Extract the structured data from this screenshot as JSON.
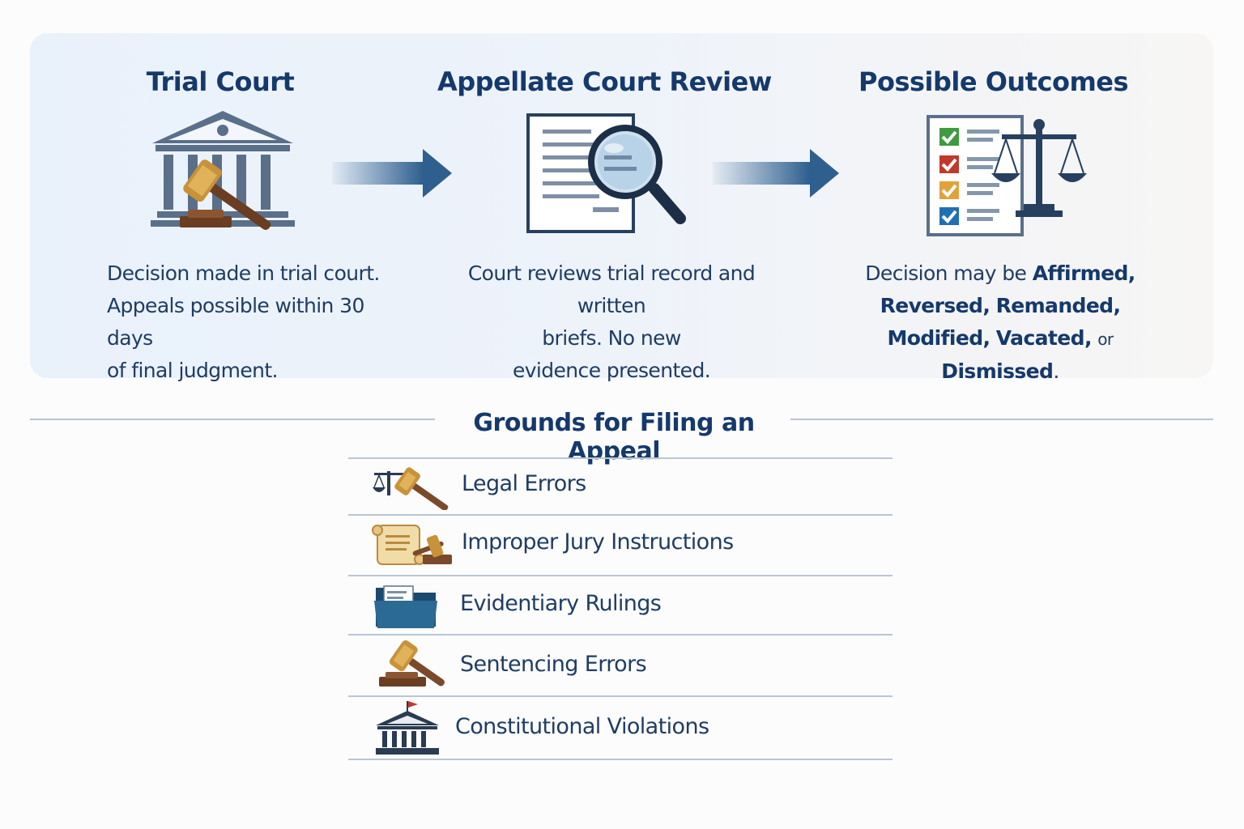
{
  "flow": {
    "steps": [
      {
        "title": "Trial Court",
        "icon": "courthouse-gavel-icon",
        "desc_lines": [
          "Decision made in trial court.",
          "Appeals possible within 30 days",
          "of final judgment."
        ]
      },
      {
        "title": "Appellate Court Review",
        "icon": "document-magnifier-icon",
        "desc_lines": [
          "Court reviews trial record and written",
          "briefs. No new",
          "evidence presented."
        ]
      },
      {
        "title": "Possible Outcomes",
        "icon": "checklist-scales-icon",
        "desc": {
          "prefix": "Decision may be ",
          "affirmed": "Affirmed",
          "reversed": "Reversed",
          "remanded": "Remanded",
          "modified": "Modified",
          "vacated": "Vacated",
          "or": "or",
          "dismissed": "Dismissed",
          "comma": ",",
          "period": "."
        }
      }
    ]
  },
  "grounds": {
    "title": "Grounds for Filing an Appeal",
    "items": [
      {
        "label": "Legal Errors",
        "icon": "scales-gavel-icon"
      },
      {
        "label": "Improper Jury Instructions",
        "icon": "scroll-gavel-icon"
      },
      {
        "label": "Evidentiary Rulings",
        "icon": "folder-icon"
      },
      {
        "label": "Sentencing Errors",
        "icon": "gavel-icon"
      },
      {
        "label": "Constitutional Violations",
        "icon": "capitol-flag-icon"
      }
    ]
  },
  "colors": {
    "navy": "#15396b",
    "arrow": "#2f5f8f",
    "check_green": "#3e9b3f",
    "check_red": "#c0392b",
    "check_orange": "#e2a23a",
    "check_blue": "#1f6fb4",
    "gavel_brown": "#7a4a2a"
  }
}
